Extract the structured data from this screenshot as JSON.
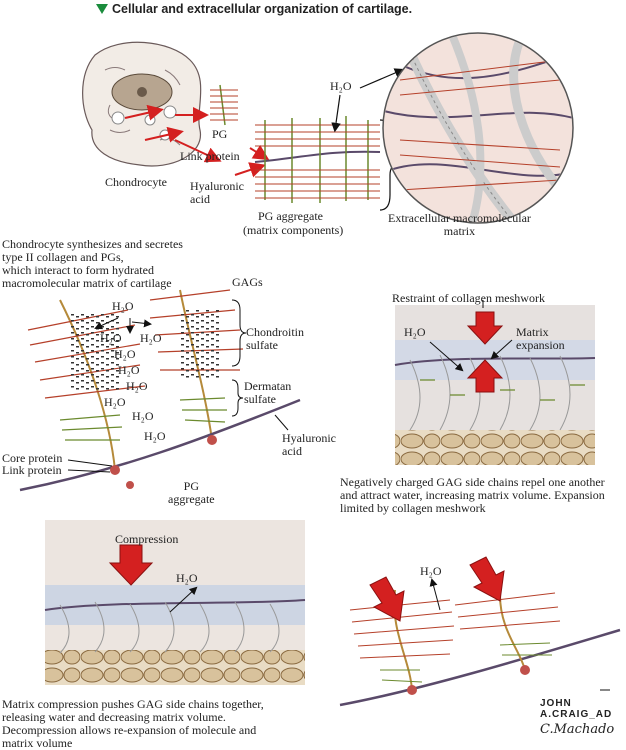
{
  "title": "Cellular and extracellular organization of cartilage.",
  "labels": {
    "h2o_top": "H₂O",
    "pg": "PG",
    "link_protein": "Link protein",
    "chondrocyte": "Chondrocyte",
    "hyaluronic_acid_top": "Hyaluronic\nacid",
    "pg_aggregate_top": "PG aggregate",
    "matrix_components": "(matrix components)",
    "extracellular": "Extracellular macromolecular\nmatrix",
    "gags": "GAGs",
    "chondroitin": "Chondroitin\nsulfate",
    "dermatan": "Dermatan\nsulfate",
    "hyaluronic_acid_mid": "Hyaluronic\nacid",
    "core_protein": "Core protein",
    "link_protein_mid": "Link protein",
    "pg_aggregate_mid": "PG\naggregate",
    "h2o_mid": [
      "H₂O",
      "H₂O",
      "H₂O",
      "H₂O",
      "H₂O",
      "H₂O",
      "H₂O",
      "H₂O",
      "H₂O"
    ],
    "restraint": "Restraint of collagen meshwork",
    "h2o_right": "H₂O",
    "matrix_expansion": "Matrix\nexpansion",
    "compression": "Compression",
    "h2o_comp": "H₂O",
    "h2o_bottom": "H₂O"
  },
  "captions": {
    "synth": "Chondrocyte synthesizes and secretes\ntype II collagen and PGs,\nwhich interact to form hydrated\nmacromolecular matrix of cartilage",
    "negative": "Negatively charged GAG side chains repel one another\nand attract water, increasing matrix volume. Expansion\nlimited by collagen meshwork",
    "compress": "Matrix compression pushes GAG side chains together,\nreleasing water and decreasing matrix volume.\nDecompression allows re-expansion of molecule and\nmatrix volume"
  },
  "signatures": {
    "craig": "JOHN A.CRAIG_AD",
    "machado": "C.Machado"
  },
  "colors": {
    "accent_green": "#1a8c3c",
    "arrow_red": "#d42020",
    "chain_red": "#b5402a",
    "chain_green": "#6b8a2e",
    "hyaluronic": "#5a4a6a"
  }
}
